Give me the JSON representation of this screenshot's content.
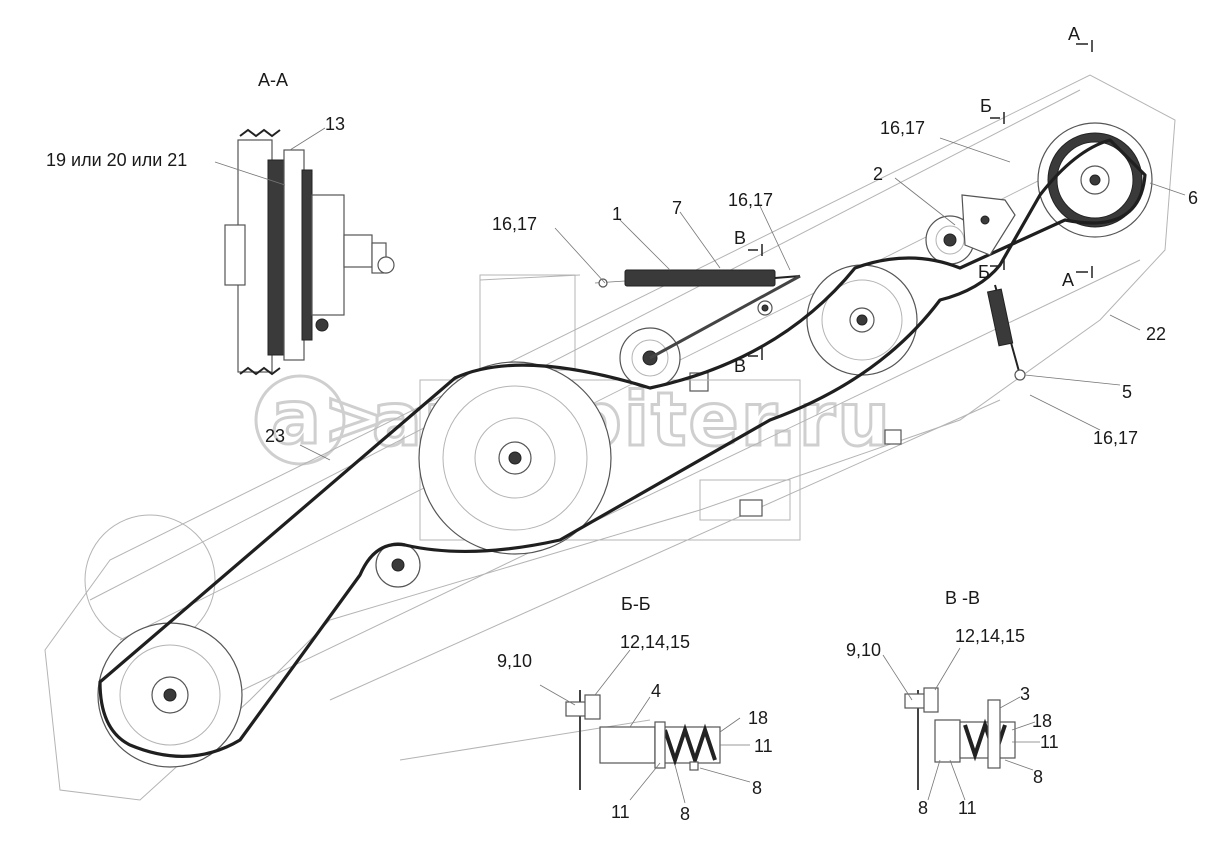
{
  "watermark": "autopiter.ru",
  "sections": {
    "aa": "А-А",
    "bb": "Б-Б",
    "vv": "В -В",
    "marker_a_top": "А",
    "marker_a_mid": "А",
    "marker_b_top": "Б",
    "marker_b_mid": "Б",
    "marker_v_top": "В",
    "marker_v_bot": "В"
  },
  "callouts": {
    "c13": "13",
    "c19": "19 или 20 или 21",
    "c16_a": "16,17",
    "c1": "1",
    "c7": "7",
    "c16_b": "16,17",
    "c16_c": "16,17",
    "c2": "2",
    "c6": "6",
    "c22": "22",
    "c5": "5",
    "c16_d": "16,17",
    "c23": "23"
  },
  "detail_bb": {
    "c910": "9,10",
    "c121415": "12,14,15",
    "c4": "4",
    "c18": "18",
    "c11a": "11",
    "c8a": "8",
    "c11b": "11",
    "c8b": "8"
  },
  "detail_vv": {
    "c910": "9,10",
    "c121415": "12,14,15",
    "c3": "3",
    "c18": "18",
    "c11a": "11",
    "c8a": "8",
    "c8b": "8",
    "c11b": "11"
  }
}
